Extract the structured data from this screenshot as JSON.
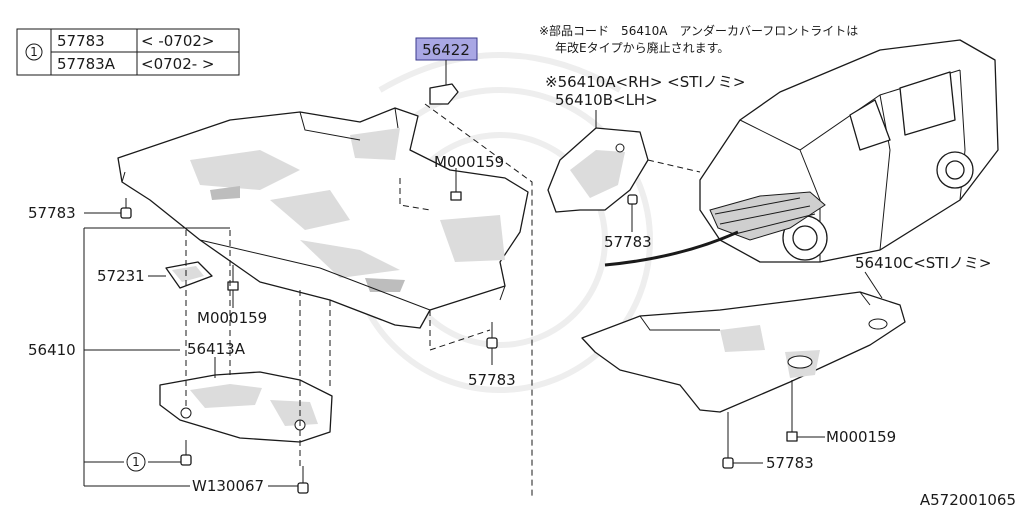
{
  "reference_table": {
    "callout": "1",
    "rows": [
      {
        "part": "57783",
        "range": "<   -0702>"
      },
      {
        "part": "57783A",
        "range": "<0702-   >"
      }
    ]
  },
  "highlighted_part": "56422",
  "note": {
    "line1": "※部品コード　56410A　アンダーカバーフロントライトは",
    "line2": "年改Eタイプから廃止されます。"
  },
  "labels": {
    "p56410A": "※56410A<RH>  <STIノミ>",
    "p56410B": "56410B<LH>",
    "p56410C": "56410C<STIノミ>",
    "p56410": "56410",
    "p56413A": "56413A",
    "p57231": "57231",
    "p57783_left": "57783",
    "p57783_mid": "57783",
    "p57783_bracket": "57783",
    "p57783_right": "57783",
    "m000159_top": "M000159",
    "m000159_left": "M000159",
    "m000159_right": "M000159",
    "w130067": "W130067",
    "callout_1": "1"
  },
  "diagram_code": "A572001065",
  "colors": {
    "highlight_fill": "#a9a7e4",
    "line": "#1a1a1a"
  }
}
